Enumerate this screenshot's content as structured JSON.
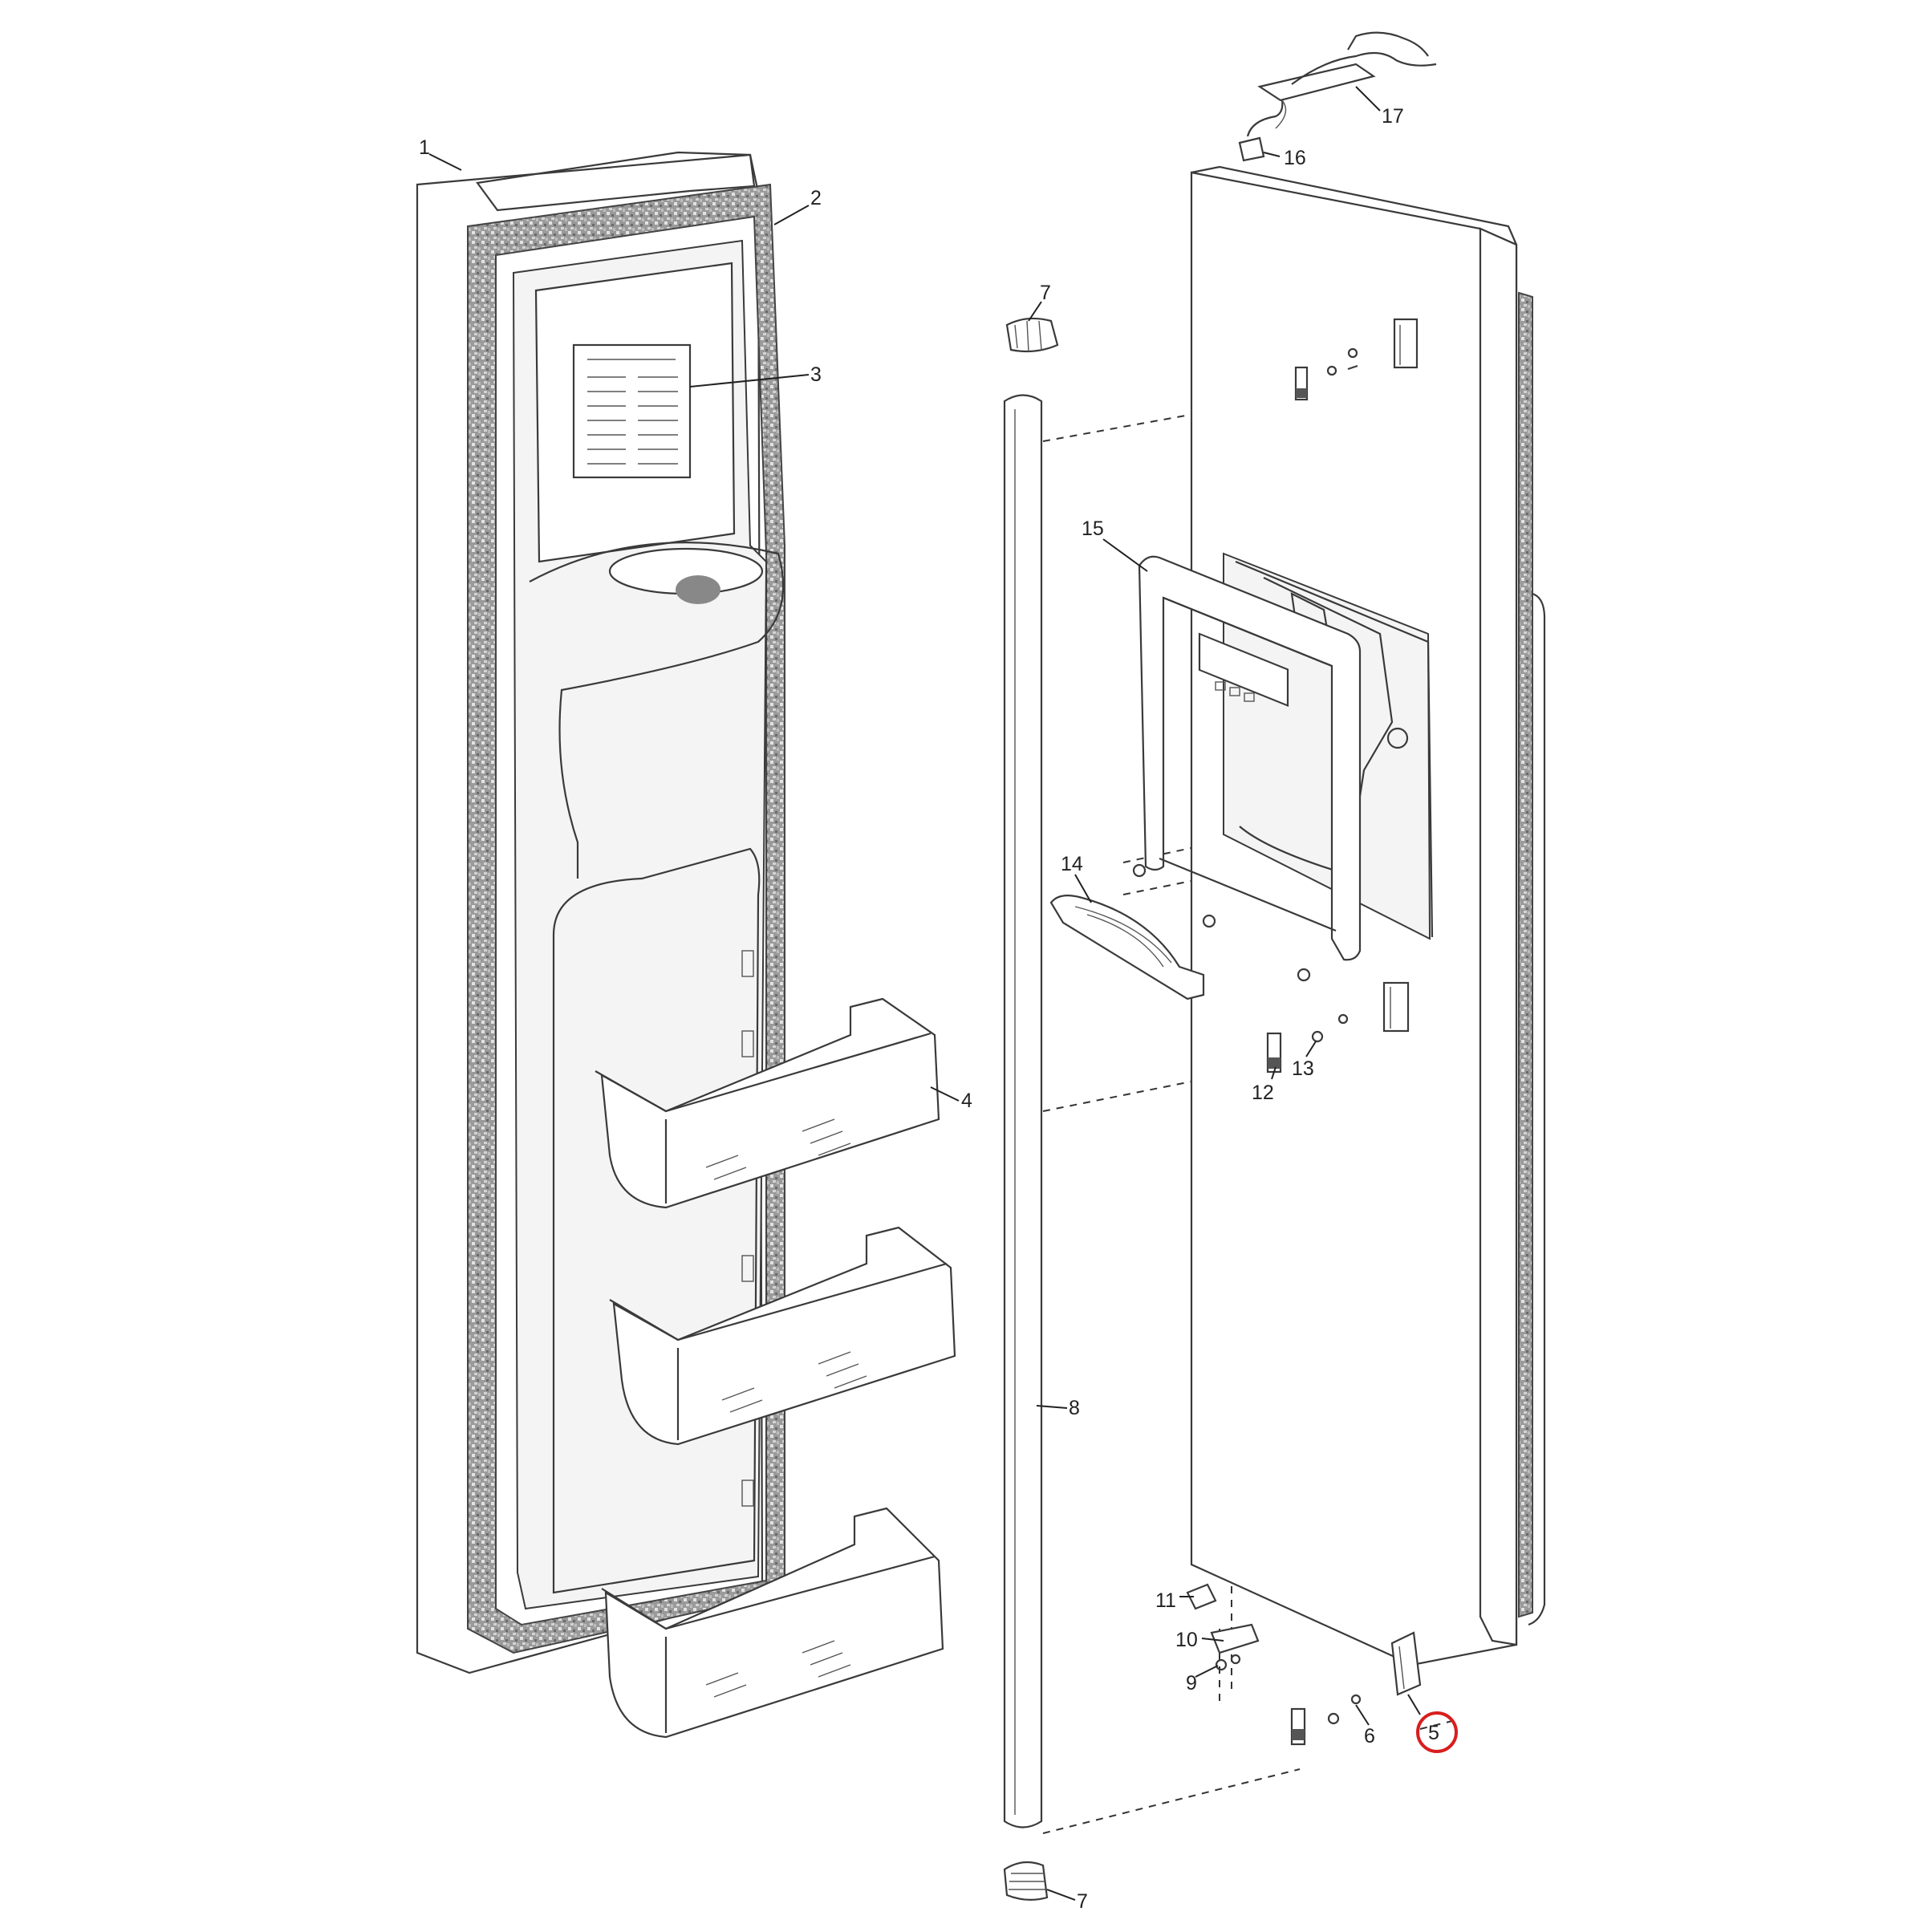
{
  "diagram": {
    "type": "exploded parts diagram",
    "subject": "refrigerator side-by-side doors",
    "highlighted_callout": "5",
    "highlight_color": "#d81e1e",
    "callouts": [
      "1",
      "2",
      "3",
      "4",
      "5",
      "6",
      "7",
      "8",
      "9",
      "10",
      "11",
      "12",
      "13",
      "14",
      "15",
      "16",
      "17"
    ]
  }
}
